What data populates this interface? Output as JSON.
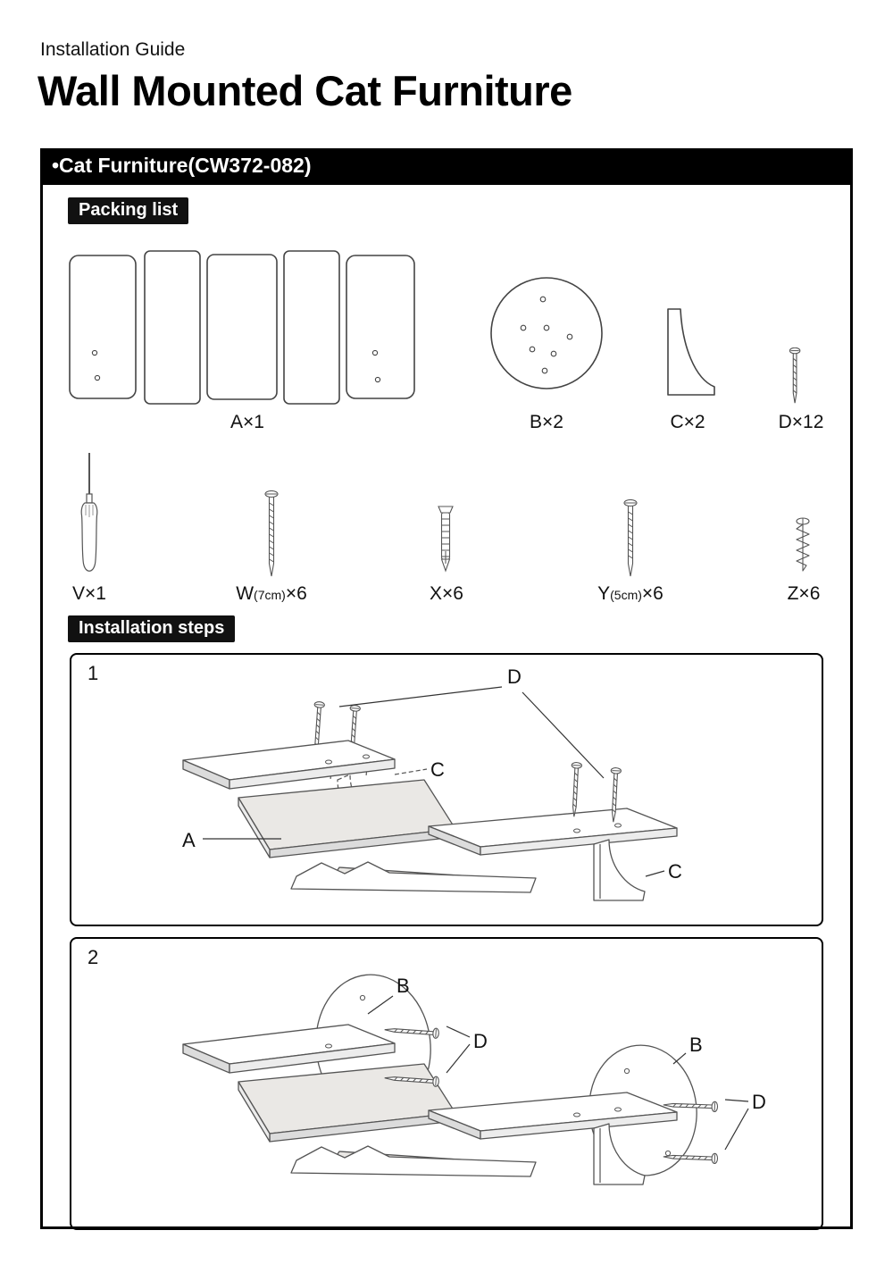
{
  "header": {
    "eyebrow": "Installation Guide",
    "title": "Wall Mounted Cat Furniture",
    "product": "•Cat Furniture(CW372-082)"
  },
  "packing": {
    "section_label": "Packing list",
    "parts": {
      "a": "A×1",
      "b": "B×2",
      "c": "C×2",
      "d": "D×12",
      "v": "V×1",
      "w_pre": "W",
      "w_small": "(7cm)",
      "w_post": "×6",
      "x": "X×6",
      "y_pre": "Y",
      "y_small": "(5cm)",
      "y_post": "×6",
      "z": "Z×6"
    },
    "icons": {
      "a": "panel-set",
      "b": "round-platform",
      "c": "corner-bracket",
      "d": "screw",
      "v": "screwdriver",
      "w": "long-screw",
      "x": "wall-anchor",
      "y": "wood-screw",
      "z": "short-screw"
    }
  },
  "steps": {
    "section_label": "Installation steps",
    "step1": {
      "number": "1",
      "label_d": "D",
      "label_c_hidden": "C",
      "label_a": "A",
      "label_c_bracket": "C"
    },
    "step2": {
      "number": "2",
      "label_b_left": "B",
      "label_d_left": "D",
      "label_b_right": "B",
      "label_d_right": "D"
    }
  }
}
